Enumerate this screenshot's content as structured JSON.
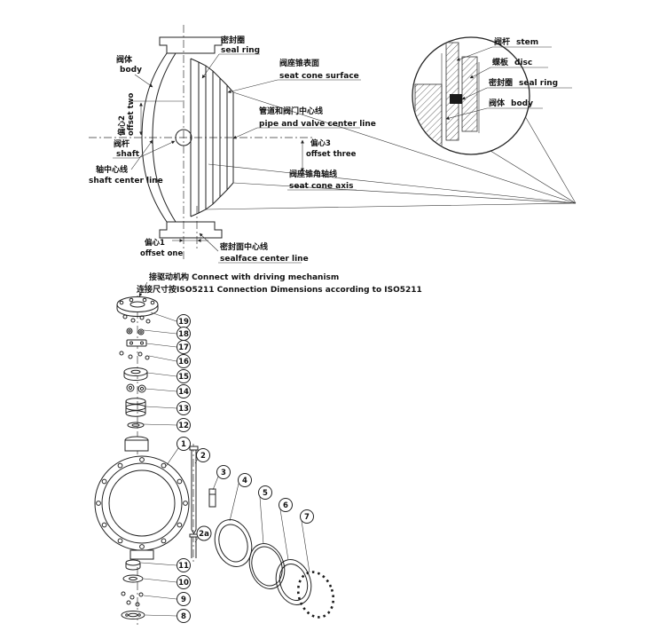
{
  "diagram": {
    "ink_color": "#222222",
    "bg_color": "#ffffff"
  },
  "cross_section": {
    "labels": {
      "seal_ring": {
        "zh": "密封圈",
        "en": "seal ring"
      },
      "body": {
        "zh": "阀体",
        "en": "body"
      },
      "seat_cone_surface": {
        "zh": "阀座锥表面",
        "en": "seat cone surface"
      },
      "pipe_valve_center_line": {
        "zh": "管道和阀门中心线",
        "en": "pipe and valve center line"
      },
      "offset_two": {
        "zh": "偏心2",
        "en": "offset two"
      },
      "shaft": {
        "zh": "阀杆",
        "en": "shaft"
      },
      "shaft_center_line": {
        "zh": "轴中心线",
        "en": "shaft center line"
      },
      "offset_three": {
        "zh": "偏心3",
        "en": "offset three"
      },
      "seat_cone_axis": {
        "zh": "阀座锥角轴线",
        "en": "seat cone axis"
      },
      "offset_one": {
        "zh": "偏心1",
        "en": "offset one"
      },
      "sealface_center_line": {
        "zh": "密封面中心线",
        "en": "sealface center line"
      }
    }
  },
  "detail_view": {
    "labels": {
      "stem": {
        "zh": "阀杆",
        "en": "stem"
      },
      "disc": {
        "zh": "蝶板",
        "en": "disc"
      },
      "seal_ring": {
        "zh": "密封圈",
        "en": "seal ring"
      },
      "body": {
        "zh": "阀体",
        "en": "body"
      }
    }
  },
  "exploded_view": {
    "note_line1": "接驱动机构 Connect with driving mechanism",
    "note_line2": "连接尺寸按ISO5211 Connection Dimensions according to ISO5211",
    "parts": [
      "19",
      "18",
      "17",
      "16",
      "15",
      "14",
      "13",
      "12",
      "1",
      "2",
      "3",
      "4",
      "5",
      "6",
      "7",
      "2a",
      "11",
      "10",
      "9",
      "8"
    ]
  }
}
